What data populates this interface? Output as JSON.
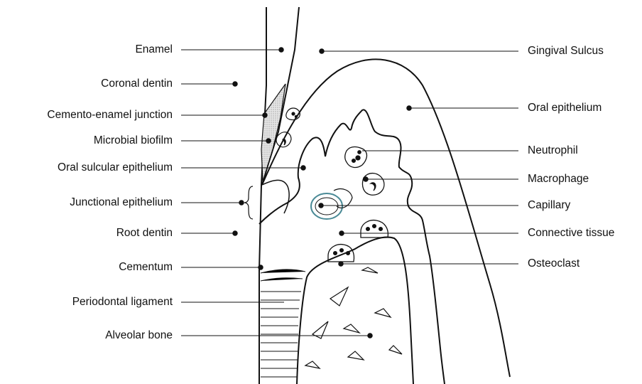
{
  "labels": {
    "enamel": "Enamel",
    "coronal_dentin": "Coronal dentin",
    "cemento_enamel_junction": "Cemento-enamel junction",
    "microbial_biofilm": "Microbial biofilm",
    "oral_sulcular_epithelium": "Oral sulcular epithelium",
    "junctional_epithelium": "Junctional epithelium",
    "root_dentin": "Root dentin",
    "cementum": "Cementum",
    "periodontal_ligament": "Periodontal ligament",
    "alveolar_bone": "Alveolar bone",
    "gingival_sulcus": "Gingival Sulcus",
    "oral_epithelium": "Oral epithelium",
    "neutrophil": "Neutrophil",
    "macrophage": "Macrophage",
    "capillary": "Capillary",
    "connective_tissue": "Connective tissue",
    "osteoclast": "Osteoclast"
  },
  "colors": {
    "line": "#111111",
    "biofilm": "#d8d8d8",
    "capillary": "#4a8a96"
  }
}
